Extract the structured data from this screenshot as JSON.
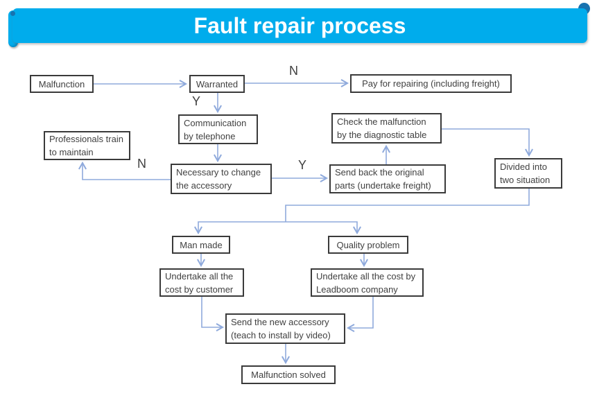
{
  "title": {
    "text": "Fault repair process"
  },
  "colors": {
    "banner_fill": "#00ACEC",
    "banner_accent": "#1873B0",
    "connector": "#8FAADC",
    "node_border": "#3a3a3a",
    "node_text": "#404040",
    "title_text": "#ffffff"
  },
  "nodes": {
    "malfunction": {
      "label": "Malfunction"
    },
    "warranted": {
      "label": "Warranted"
    },
    "pay": {
      "label": "Pay for repairing (including freight)"
    },
    "communication": {
      "label": "Communication by telephone"
    },
    "professionals": {
      "label": "Professionals train to maintain"
    },
    "necessary": {
      "label": "Necessary to change the accessory"
    },
    "check": {
      "label": "Check the malfunction by the diagnostic table"
    },
    "send_back": {
      "label": "Send back the original parts (undertake freight)"
    },
    "divided": {
      "label": "Divided into two situation"
    },
    "man_made": {
      "label": "Man made"
    },
    "quality": {
      "label": "Quality problem"
    },
    "cost_customer": {
      "label": "Undertake all the cost by customer"
    },
    "cost_leadboom": {
      "label": "Undertake all the cost by Leadboom company"
    },
    "send_new": {
      "label": "Send the new accessory (teach to install by video)"
    },
    "solved": {
      "label": "Malfunction solved"
    }
  },
  "branch_labels": {
    "warranted_no": "N",
    "warranted_yes": "Y",
    "necessary_no": "N",
    "necessary_yes": "Y"
  }
}
